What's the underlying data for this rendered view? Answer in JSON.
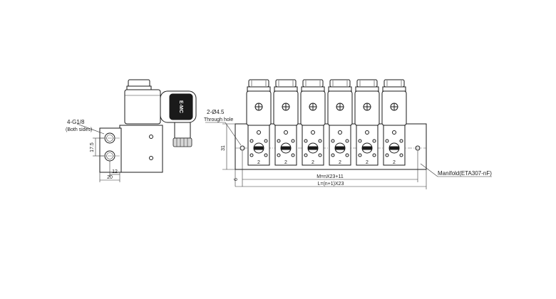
{
  "labels": {
    "port_thread": "4-G1/8",
    "port_note": "(Both sides)",
    "hole_spec": "2-Ø4.5",
    "hole_note": "Through hole",
    "manifold": "Manifold(ETA307-nF)",
    "dim_m": "M=nX23+11",
    "dim_l": "L=(n+1)X23",
    "dim_height": "31",
    "dim_offset": "6",
    "dim_port_pitch": "17.5",
    "dim_12": "12",
    "dim_20": "20",
    "brand": "E-MC",
    "port_number": "2"
  },
  "valves": [
    {
      "port": "2"
    },
    {
      "port": "2"
    },
    {
      "port": "2"
    },
    {
      "port": "2"
    },
    {
      "port": "2"
    },
    {
      "port": "2"
    }
  ]
}
